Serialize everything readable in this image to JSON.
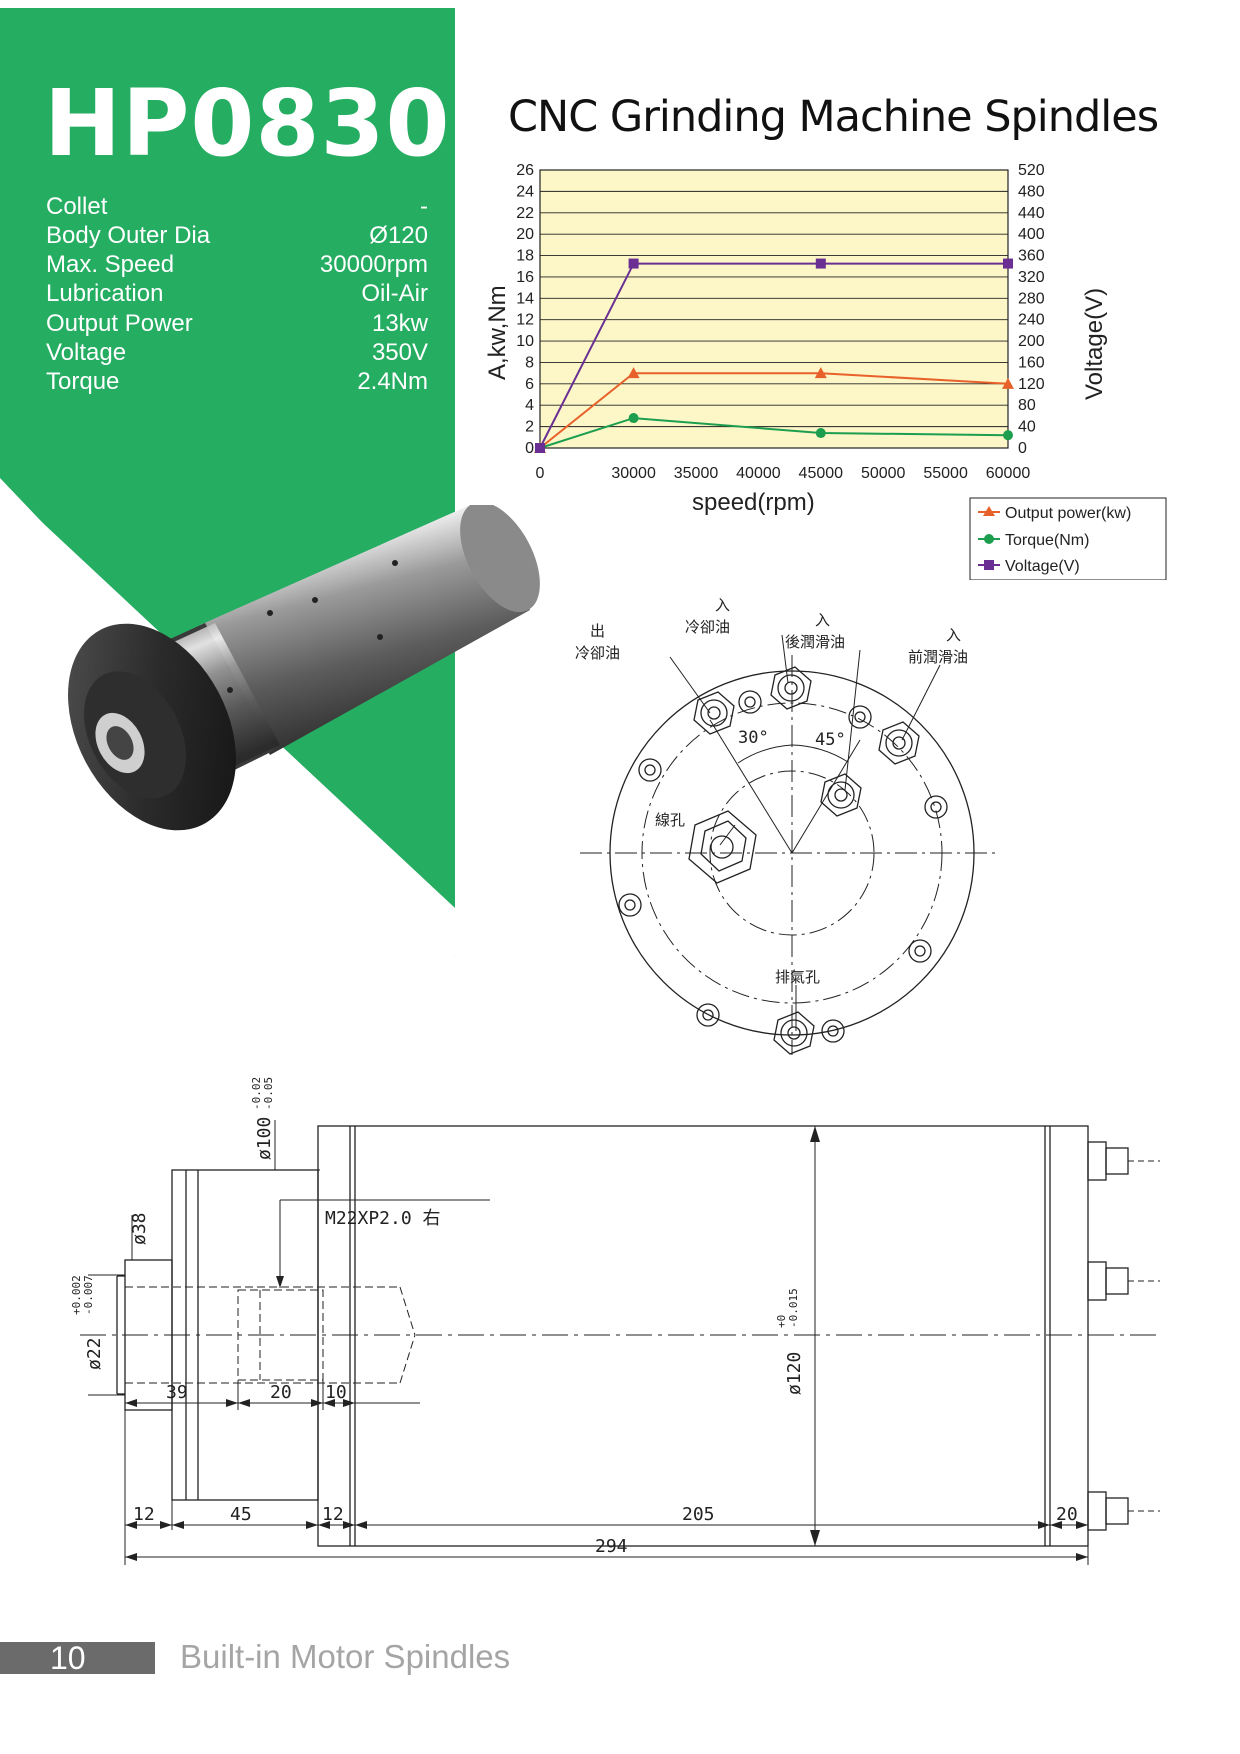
{
  "header": {
    "model": "HP0830",
    "title": "CNC Grinding Machine Spindles"
  },
  "specs": [
    {
      "label": "Collet",
      "value": "-"
    },
    {
      "label": "Body Outer Dia",
      "value": "Ø120"
    },
    {
      "label": "Max. Speed",
      "value": "30000rpm"
    },
    {
      "label": "Lubrication",
      "value": "Oil-Air"
    },
    {
      "label": "Output Power",
      "value": "13kw"
    },
    {
      "label": "Voltage",
      "value": "350V"
    },
    {
      "label": "Torque",
      "value": "2.4Nm"
    }
  ],
  "colors": {
    "brand_green": "#25ad62",
    "chart_bg": "#fdf7c8",
    "output_power": "#e8612a",
    "torque": "#1d9e4f",
    "voltage": "#6a2f93"
  },
  "chart_data": {
    "type": "line",
    "xlabel": "speed(rpm)",
    "ylabel": "A,kw,Nm",
    "y2label": "Voltage(V)",
    "x_ticks": [
      "0",
      "30000",
      "35000",
      "40000",
      "45000",
      "50000",
      "55000",
      "60000"
    ],
    "x_positions": [
      22500,
      30000,
      35000,
      40000,
      45000,
      50000,
      55000,
      60000
    ],
    "xlim": [
      22500,
      60000
    ],
    "ylim": [
      0,
      26
    ],
    "y_ticks": [
      "0",
      "2",
      "4",
      "6",
      "8",
      "10",
      "12",
      "14",
      "16",
      "18",
      "20",
      "22",
      "24",
      "26"
    ],
    "y2lim": [
      0,
      520
    ],
    "y2_ticks": [
      "0",
      "40",
      "80",
      "120",
      "160",
      "200",
      "240",
      "280",
      "320",
      "360",
      "400",
      "440",
      "480",
      "520"
    ],
    "grid": true,
    "legend": "bottom-right",
    "series": [
      {
        "name": "Output power(kw)",
        "axis": "left",
        "marker": "triangle",
        "x": [
          22500,
          30000,
          45000,
          60000
        ],
        "y": [
          0,
          7,
          7,
          6
        ]
      },
      {
        "name": "Torque(Nm)",
        "axis": "left",
        "marker": "circle",
        "x": [
          22500,
          30000,
          45000,
          60000
        ],
        "y": [
          0,
          2.8,
          1.4,
          1.2
        ]
      },
      {
        "name": "Voltage(V)",
        "axis": "right",
        "marker": "square",
        "x": [
          22500,
          30000,
          45000,
          60000
        ],
        "y": [
          0,
          345,
          345,
          345
        ]
      }
    ]
  },
  "rear_view": {
    "labels": {
      "coolant_out_1": "出",
      "coolant_out_2": "冷卻油",
      "coolant_in_1": "入",
      "coolant_in_2": "冷卻油",
      "rear_lube_1": "入",
      "rear_lube_2": "後潤滑油",
      "front_lube_1": "入",
      "front_lube_2": "前潤滑油",
      "angle_30": "30°",
      "angle_45": "45°",
      "wire_hole": "線孔",
      "exhaust_hole": "排氣孔"
    }
  },
  "side_view": {
    "d100": "ø100",
    "d100_tol_up": "-0.02",
    "d100_tol_dn": "-0.05",
    "d38": "ø38",
    "d22": "ø22",
    "d22_tol_up": "+0.002",
    "d22_tol_dn": "-0.007",
    "thread": "M22XP2.0 右",
    "d120": "ø120",
    "d120_tol_up": "+0",
    "d120_tol_dn": "-0.015",
    "dim_39": "39",
    "dim_20a": "20",
    "dim_10": "10",
    "dim_12a": "12",
    "dim_45": "45",
    "dim_12b": "12",
    "dim_205": "205",
    "dim_20b": "20",
    "dim_294": "294"
  },
  "footer": {
    "page": "10",
    "text": "Built-in Motor Spindles"
  }
}
